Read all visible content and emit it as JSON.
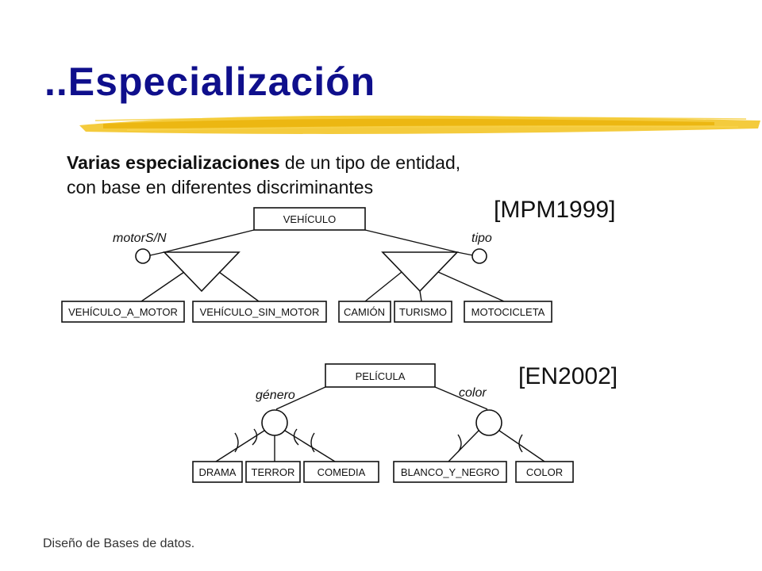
{
  "slide": {
    "title": "..Especialización",
    "intro": {
      "bold": "Varias especializaciones",
      "line1_rest": " de un tipo de entidad,",
      "line2": "con base en diferentes discriminantes"
    },
    "footer": "Diseño de Bases de datos.",
    "accent_color": "#0f0f8c",
    "brush_color": "#f2c21b"
  },
  "diagram1": {
    "reference": "[MPM1999]",
    "superclass": "VEHÍCULO",
    "discriminators": {
      "left": "motorS/N",
      "right": "tipo"
    },
    "subclasses": [
      "VEHÍCULO_A_MOTOR",
      "VEHÍCULO_SIN_MOTOR",
      "CAMIÓN",
      "TURISMO",
      "MOTOCICLETA"
    ]
  },
  "diagram2": {
    "reference": "[EN2002]",
    "superclass": "PELÍCULA",
    "discriminators": {
      "left": "género",
      "right": "color"
    },
    "subclasses": [
      "DRAMA",
      "TERROR",
      "COMEDIA",
      "BLANCO_Y_NEGRO",
      "COLOR"
    ]
  }
}
